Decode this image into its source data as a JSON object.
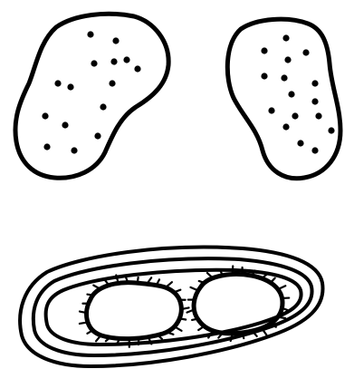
{
  "figure": {
    "background": "#ffffff",
    "stroke_color": "#000000",
    "dot_color": "#000000",
    "items": [
      {
        "name": "dotted-blob-left",
        "dot_count": 15
      },
      {
        "name": "dotted-blob-right",
        "dot_count": 16
      },
      {
        "name": "encapsulated-cell-bottom",
        "inner_bodies": 2,
        "ring_count": 3
      }
    ]
  }
}
